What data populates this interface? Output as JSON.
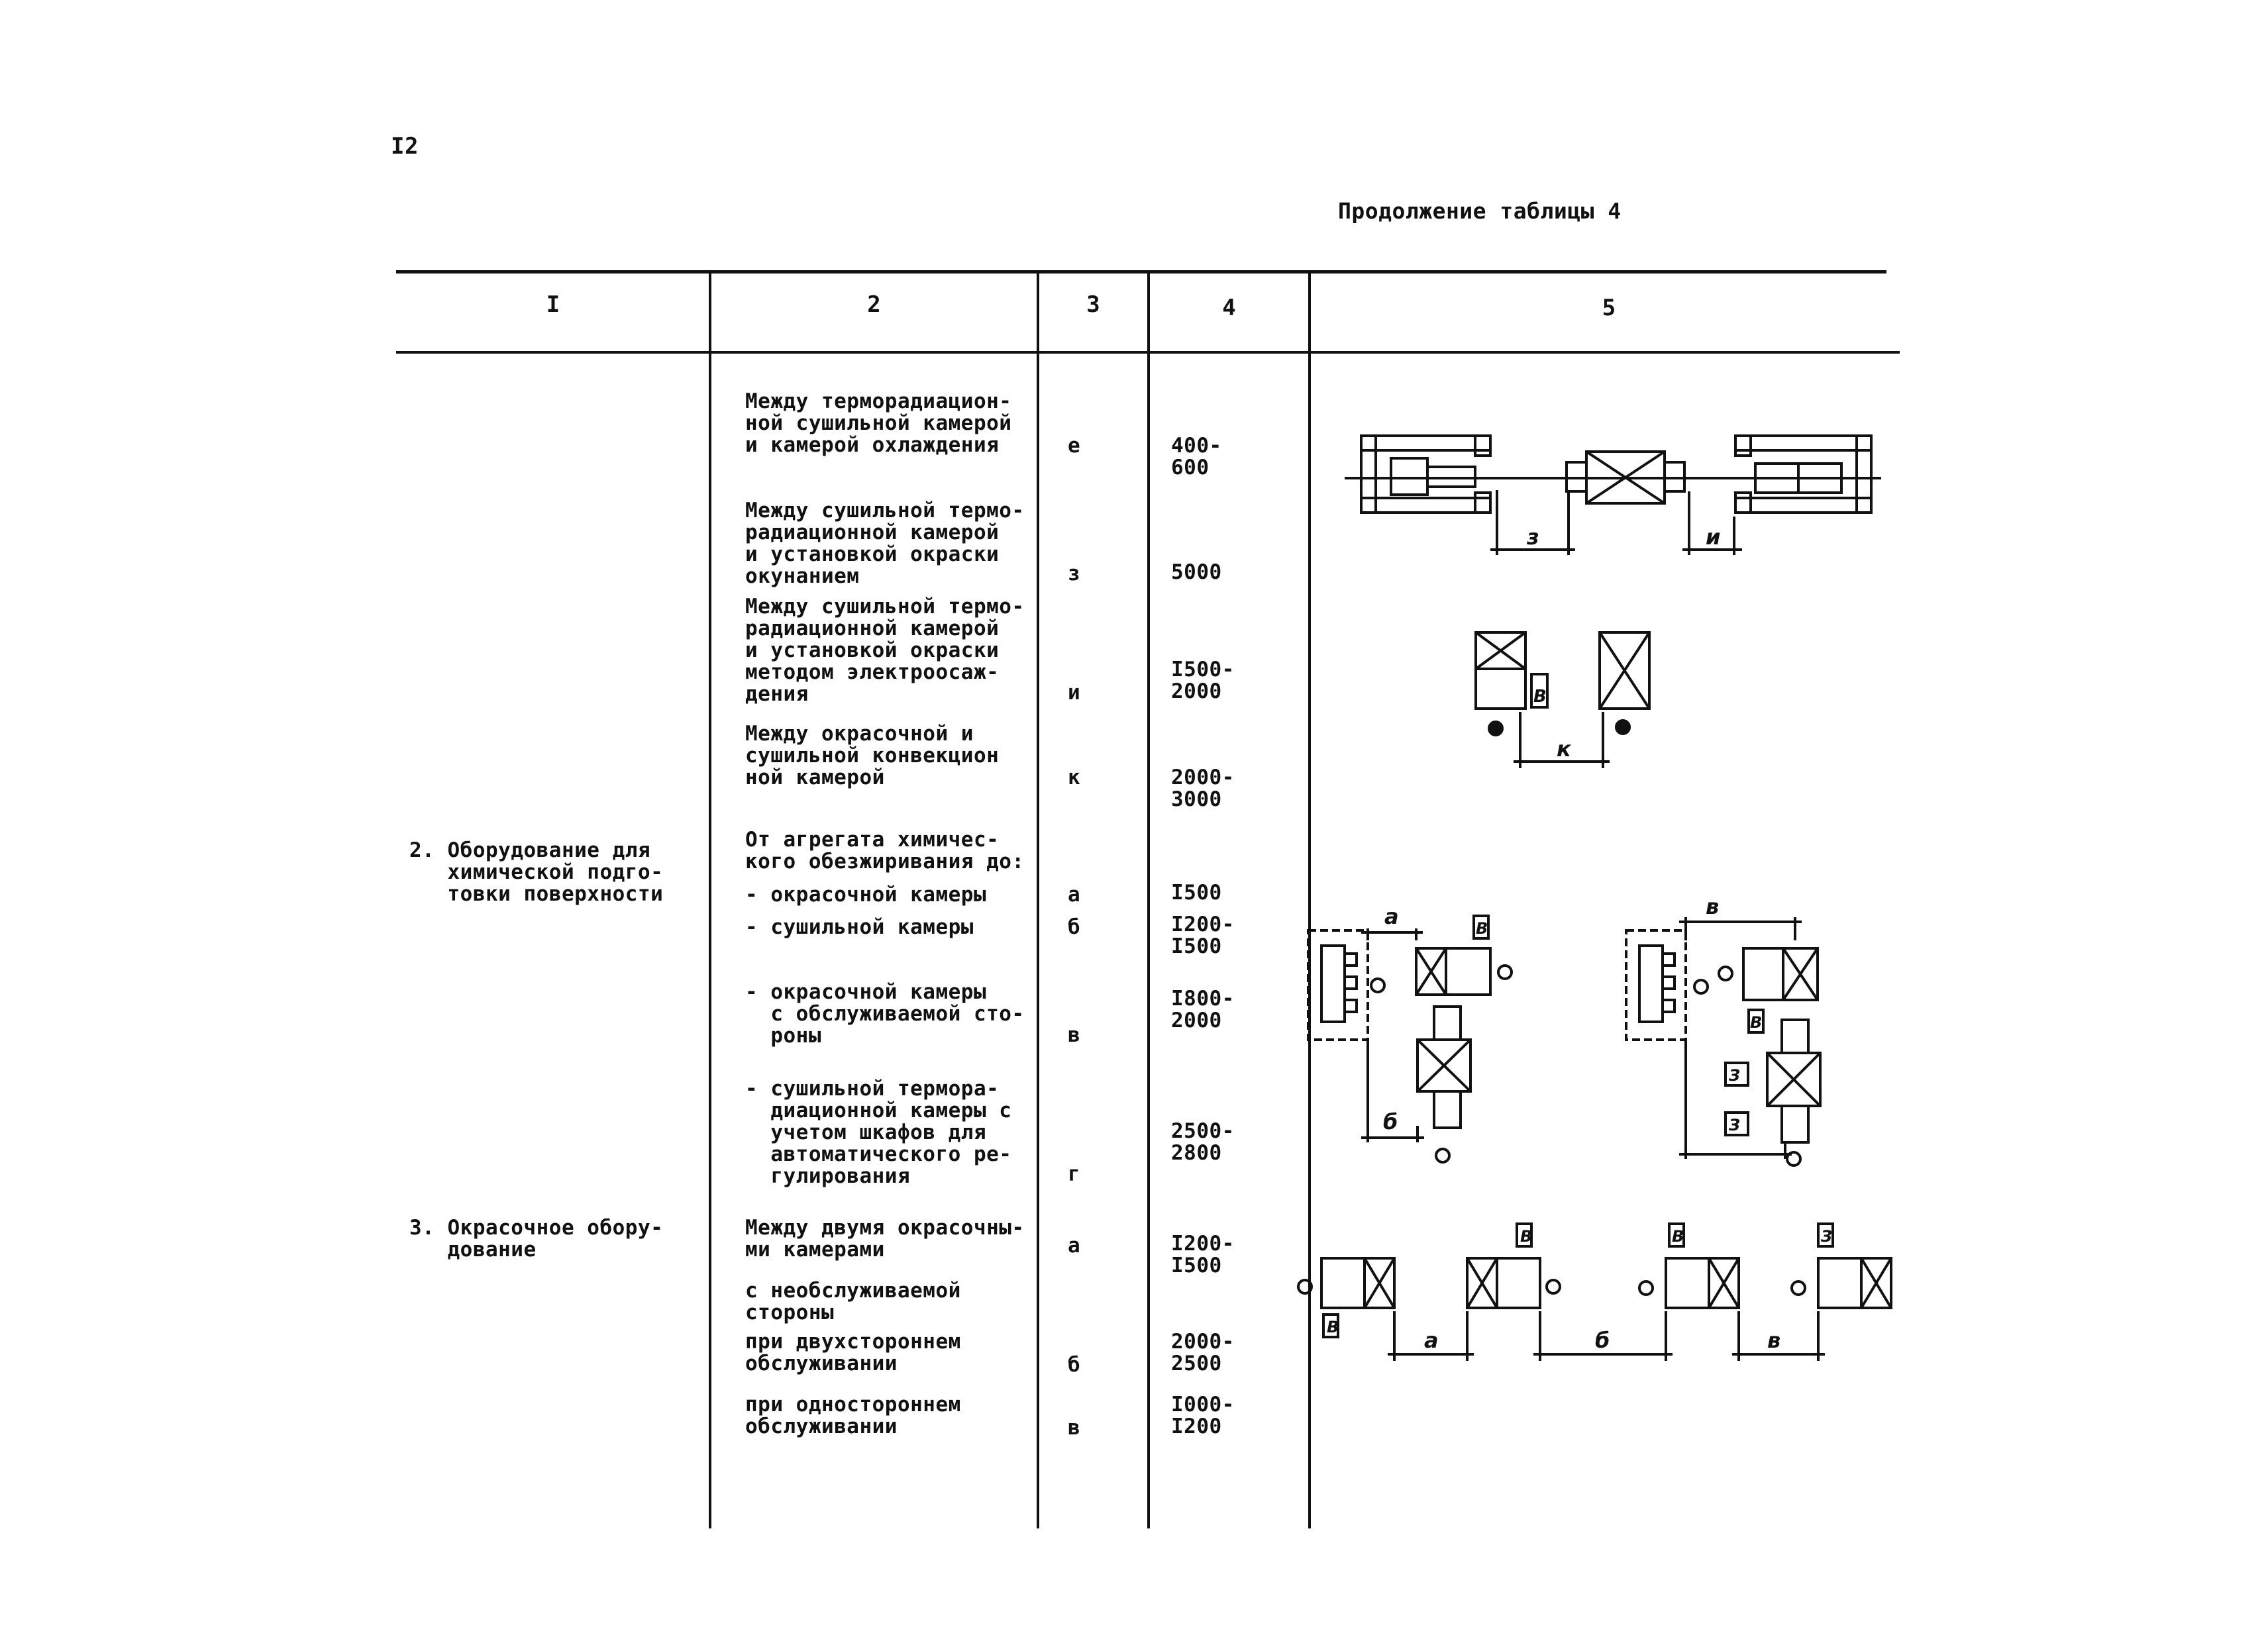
{
  "page_number": "I2",
  "table_caption": "Продолжение таблицы 4",
  "headers": [
    "I",
    "2",
    "3",
    "4",
    "5"
  ],
  "rows": [
    {
      "col1": "",
      "col2": "Между терморадиацион-\nной сушильной камерой\nи камерой охлаждения",
      "col3": "е",
      "col4": "400-\n600"
    },
    {
      "col1": "",
      "col2": "Между сушильной термо-\nрадиационной камерой\nи установкой окраски\nокунанием",
      "col3": "з",
      "col4": "5000"
    },
    {
      "col1": "",
      "col2": "Между сушильной термо-\nрадиационной камерой\nи установкой окраски\nметодом электроосаж-\nдения",
      "col3": "и",
      "col4": "I500-\n2000"
    },
    {
      "col1": "",
      "col2": "Между окрасочной и\nсушильной конвекцион\nной камерой",
      "col3": "к",
      "col4": "2000-\n3000"
    },
    {
      "col1": "2. Оборудование для\n   химической подго-\n   товки поверхности",
      "col2": "От агрегата химичес-\nкого обезжиривания до:",
      "col3": "",
      "col4": ""
    },
    {
      "col1": "",
      "col2": "- окрасочной камеры",
      "col3": "а",
      "col4": "I500"
    },
    {
      "col1": "",
      "col2": "- сушильной камеры",
      "col3": "б",
      "col4": "I200-\nI500"
    },
    {
      "col1": "",
      "col2": "- окрасочной камеры\n  с обслуживаемой сто-\n  роны",
      "col3": "в",
      "col4": "I800-\n2000"
    },
    {
      "col1": "",
      "col2": "- сушильной термора-\n  диационной камеры с\n  учетом шкафов для\n  автоматического ре-\n  гулирования",
      "col3": "г",
      "col4": "2500-\n2800"
    },
    {
      "col1": "3. Окрасочное обору-\n   дование",
      "col2": "Между двумя окрасочны-\nми камерами",
      "col3": "а",
      "col4": "I200-\nI500"
    },
    {
      "col1": "",
      "col2": "с необслуживаемой\nстороны",
      "col3": "",
      "col4": ""
    },
    {
      "col1": "",
      "col2": "при двухстороннем\nобслуживании",
      "col3": "б",
      "col4": "2000-\n2500"
    },
    {
      "col1": "",
      "col2": "при одностороннем\nобслуживании",
      "col3": "в",
      "col4": "I000-\nI200"
    }
  ],
  "diagram_labels": {
    "d1_z": "з",
    "d1_i": "и",
    "d2_k": "к",
    "d2_box": "В",
    "d3_a": "а",
    "d3_b": "б",
    "d3_box": "В",
    "d4_v": "в",
    "d4_box1": "В",
    "d4_box2": "З",
    "d4_box3": "З",
    "d5_a": "а",
    "d5_b": "б",
    "d5_v": "в",
    "d5_box1": "В",
    "d5_box2": "В",
    "d5_box3": "В",
    "d5_box4": "З"
  }
}
